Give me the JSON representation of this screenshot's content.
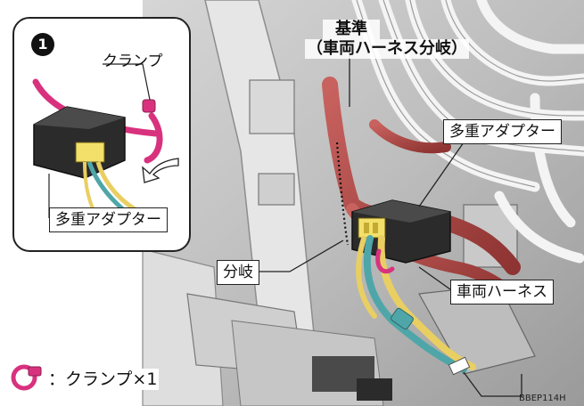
{
  "figure": {
    "code": "BBEP114H",
    "reference_title": "基準",
    "reference_subtitle": "（車両ハーネス分岐）"
  },
  "callouts": {
    "multi_adapter": "多重アダプター",
    "branch": "分岐",
    "vehicle_harness": "車両ハーネス"
  },
  "inset": {
    "step_number": "1",
    "clamp": "クランプ",
    "multi_adapter": "多重アダプター"
  },
  "legend": {
    "text": "：クランプ×1"
  },
  "colors": {
    "harness_red": "#b9504f",
    "adapter_black": "#222222",
    "connector_yellow": "#f3e06a",
    "wire_teal": "#4fa6a8",
    "wire_yellow": "#e9cf62",
    "clamp_magenta": "#d8327e"
  }
}
